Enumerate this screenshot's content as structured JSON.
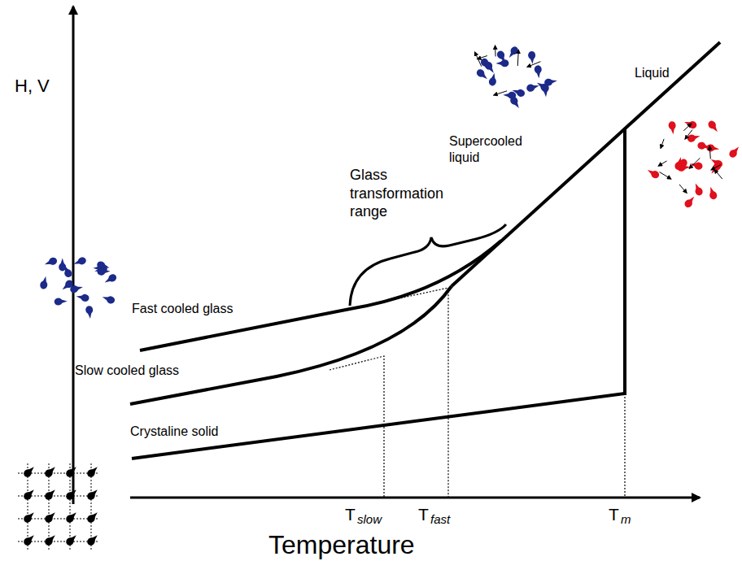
{
  "diagram": {
    "labels": [
      "H, V",
      "Temperature",
      "Supercooled liquid",
      "Liquid",
      "Glass transformation range",
      "Fast cooled glass",
      "Slow cooled glass",
      "Crystaline solid",
      "T",
      "slow",
      "T",
      "fast",
      "T",
      "m"
    ]
  }
}
